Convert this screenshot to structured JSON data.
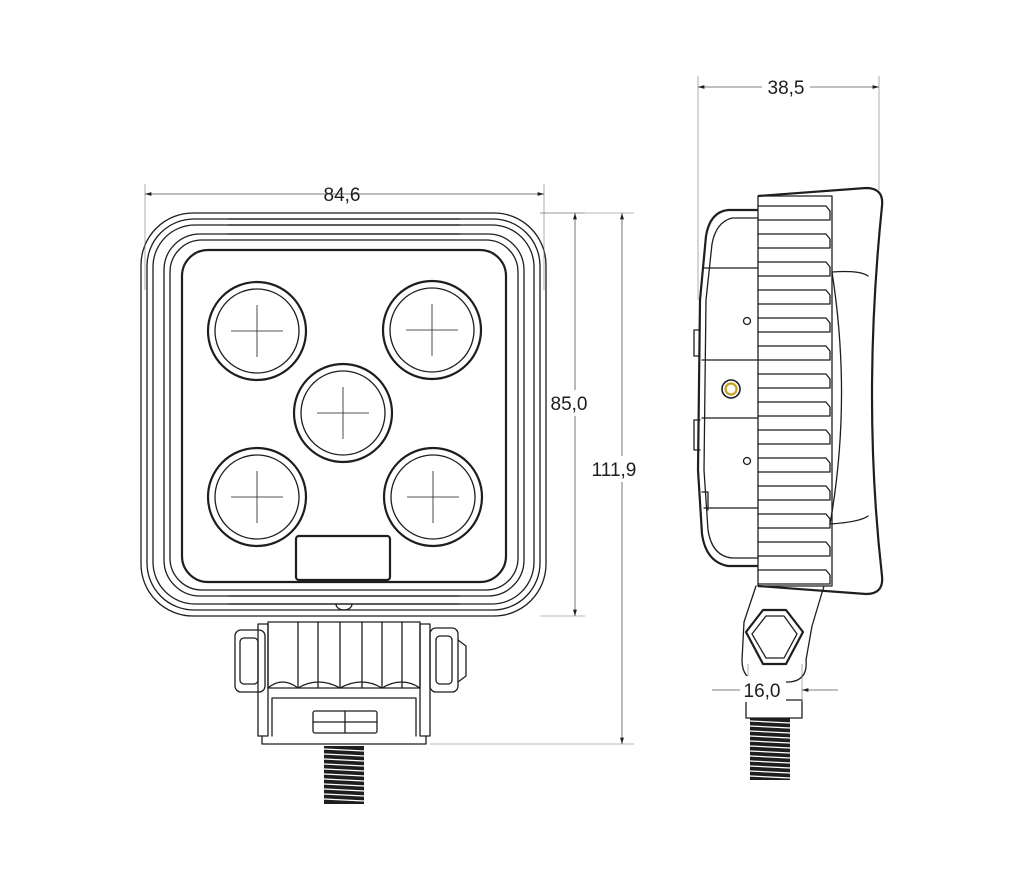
{
  "drawing": {
    "dimensions": {
      "front_width": "84,6",
      "body_height": "85,0",
      "total_height": "111,9",
      "side_depth": "38,5",
      "bolt_width": "16,0"
    },
    "colors": {
      "line": "#1e1e1e",
      "background": "#ffffff",
      "indicator": "#c8a020"
    },
    "led_count": 5
  }
}
